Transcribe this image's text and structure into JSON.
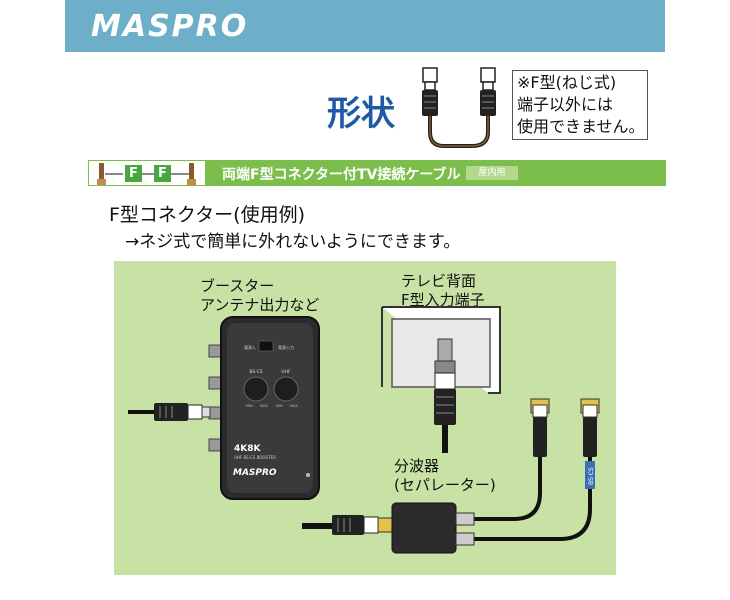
{
  "header": {
    "brand": "MASPRO"
  },
  "shape": {
    "title": "形状",
    "note_lines": [
      "※F型(ねじ式)",
      "端子以外には",
      "使用できません。"
    ]
  },
  "product_banner": {
    "icon_left": "F",
    "icon_right": "F",
    "title": "両端F型コネクター付TV接続ケーブル",
    "badge": "屋内用"
  },
  "example": {
    "title": "F型コネクター(使用例)",
    "subtitle": "→ネジ式で簡単に外れないようにできます。"
  },
  "diagram": {
    "booster_label": [
      "ブースター",
      "アンテナ出力など"
    ],
    "tv_label": [
      "テレビ背面",
      "F型入力端子"
    ],
    "separator_label": [
      "分波器",
      "(セパレーター)"
    ],
    "booster_device": {
      "brand": "MASPRO",
      "badge": "4K8K",
      "model_text": "UHF BS·CS BOOSTER",
      "switch_left": "電源入",
      "switch_right": "電源入力",
      "knob_left": "BS·CS",
      "knob_right": "UHF",
      "min_label": "MIN",
      "max_label": "MAX"
    },
    "cable_tag": "BS·CS"
  },
  "colors": {
    "header_bg": "#6dafc8",
    "title_blue": "#1d5aa6",
    "banner_green": "#7cbe4b",
    "panel_green": "#c8e1a5",
    "connector_gold": "#e3c24a"
  }
}
